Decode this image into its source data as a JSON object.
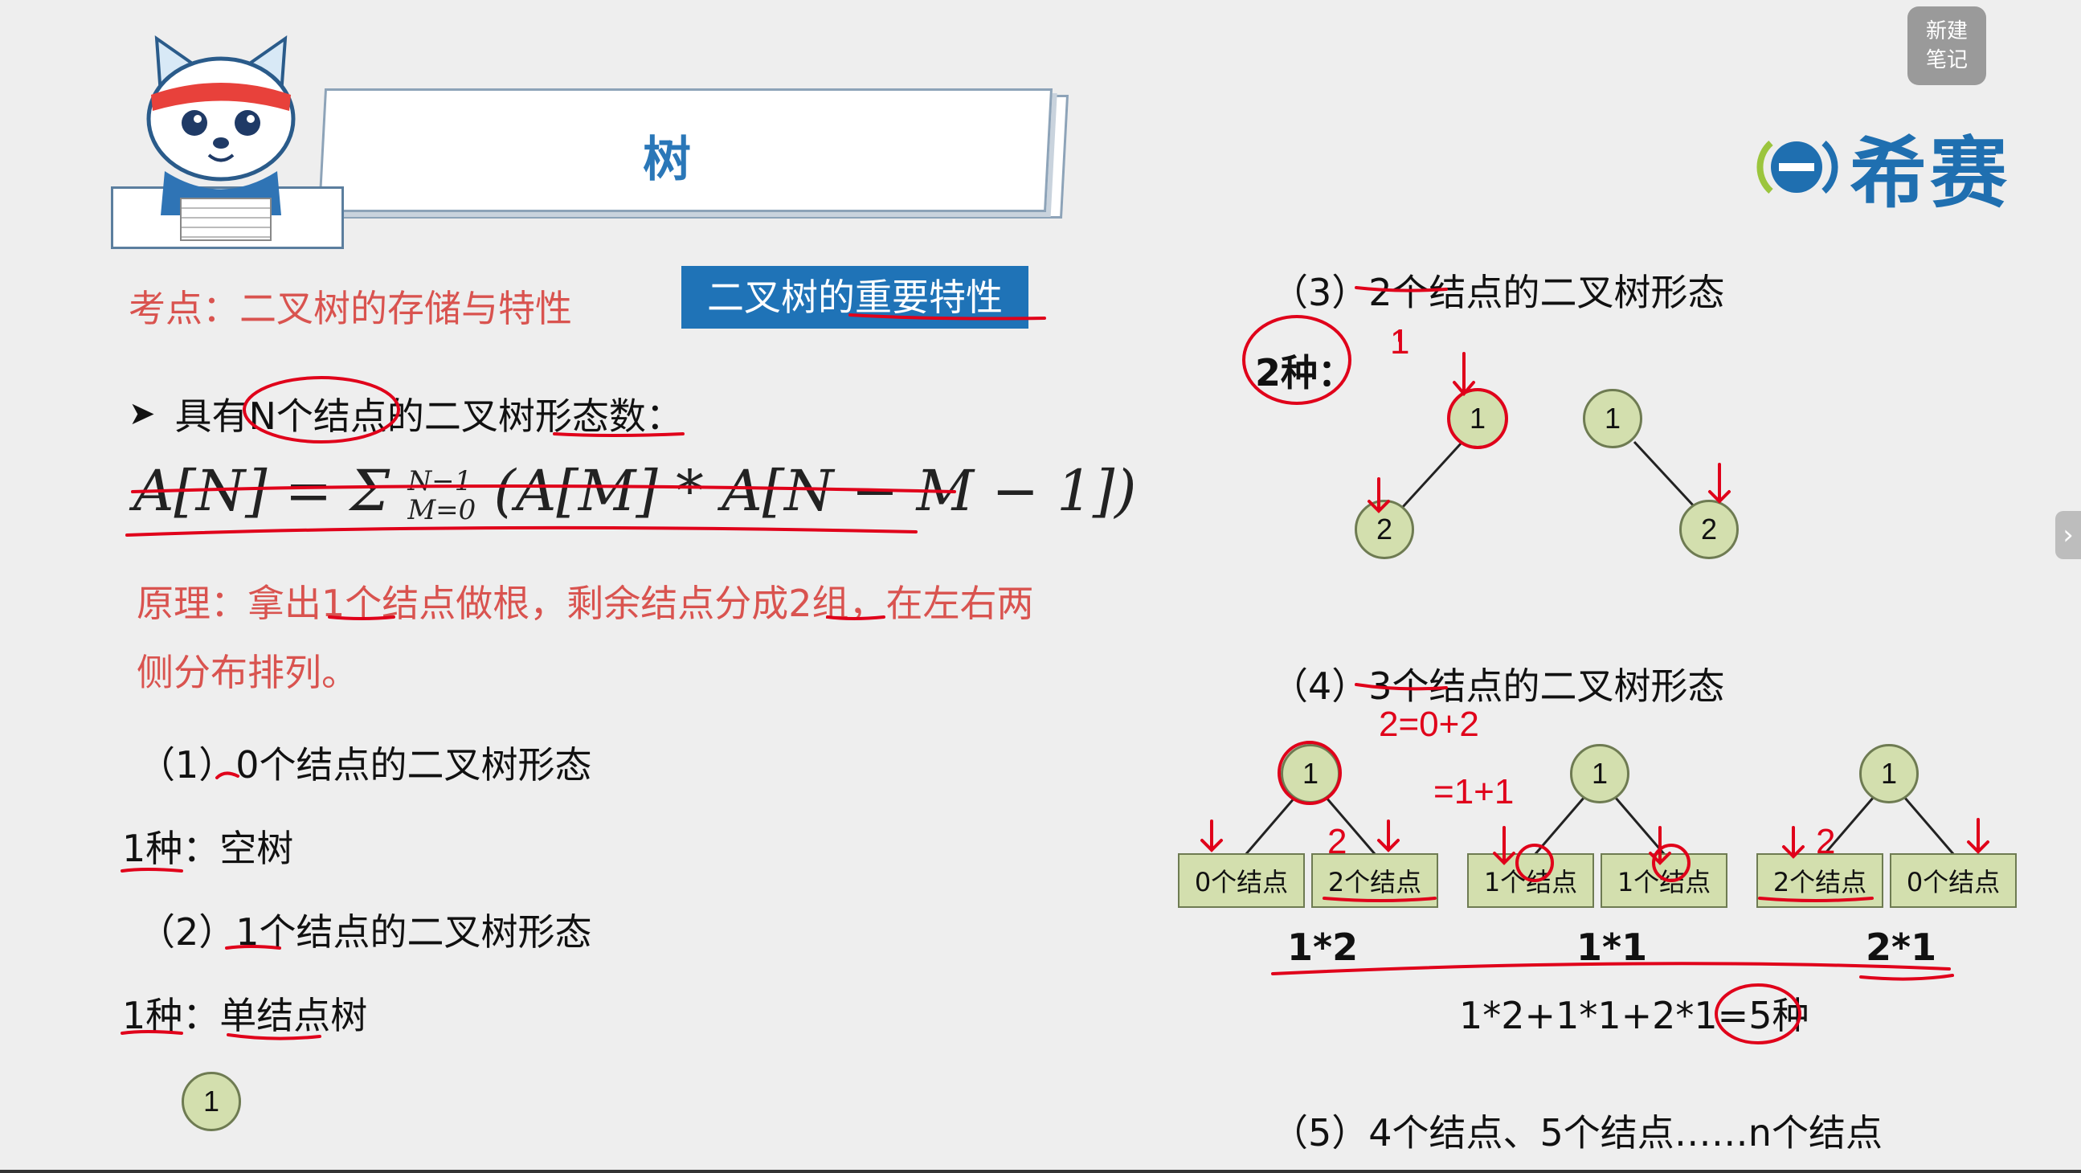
{
  "title": "树",
  "exam_point": "考点：二叉树的存储与特性",
  "feature_tag": "二叉树的重要特性",
  "bullet": "具有N个结点的二叉树形态数：",
  "formula": {
    "lhs": "A[N] = Σ",
    "sup": "N−1",
    "sub": "M=0",
    "rhs": "(A[M] * A[N − M − 1])"
  },
  "principle": "原理：拿出1个结点做根，剩余结点分成2组，在左右两侧分布排列。",
  "sections": {
    "s1_title": "（1）0个结点的二叉树形态",
    "s1_count": "1种：空树",
    "s2_title": "（2）1个结点的二叉树形态",
    "s2_count": "1种：单结点树",
    "s3_title": "（3）2个结点的二叉树形态",
    "s3_count": "2种：",
    "s4_title": "（4）3个结点的二叉树形态",
    "s5_title": "（5）4个结点、5个结点……n个结点"
  },
  "nodes": {
    "one": "1",
    "two": "2"
  },
  "boxes": {
    "zero": "0个结点",
    "one": "1个结点",
    "two": "2个结点"
  },
  "products": {
    "a": "1*2",
    "b": "1*1",
    "c": "2*1",
    "sum": "1*2+1*1+2*1=5种"
  },
  "handwriting": {
    "h1": "1",
    "h2": "2=0+2",
    "h3": "=1+1",
    "h4": "2"
  },
  "note_button": {
    "line1": "新建",
    "line2": "笔记"
  },
  "side_tab": "›",
  "logo": {
    "text": "希赛",
    "icon": "e-logo-icon"
  },
  "colors": {
    "accent": "#1f73b7",
    "red": "#d9534f",
    "node": "#d3dfae",
    "ink": "#e0001a"
  }
}
